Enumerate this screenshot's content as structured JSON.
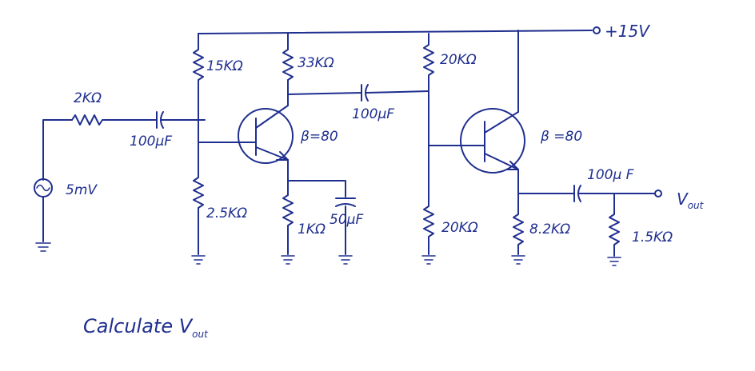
{
  "supply": {
    "label": "+15V"
  },
  "source": {
    "label": "5mV"
  },
  "resistors": {
    "rs": "2KΩ",
    "r1": "15KΩ",
    "rc1": "33KΩ",
    "r2": "2.5KΩ",
    "re1": "1KΩ",
    "r3": "20KΩ",
    "r4": "20KΩ",
    "re2": "8.2KΩ",
    "rl": "1.5KΩ"
  },
  "capacitors": {
    "c_in": "100µF",
    "c_couple": "100µF",
    "c_bypass": "50µF",
    "c_out": "100µ F"
  },
  "transistors": {
    "q1_beta": "β=80",
    "q2_beta": "β =80"
  },
  "output": {
    "label_main": "V",
    "label_sub": "out"
  },
  "question": {
    "text_main": "Calculate  V",
    "text_sub": "out"
  },
  "colors": {
    "ink": "#1f2f8f",
    "background": "#ffffff"
  }
}
